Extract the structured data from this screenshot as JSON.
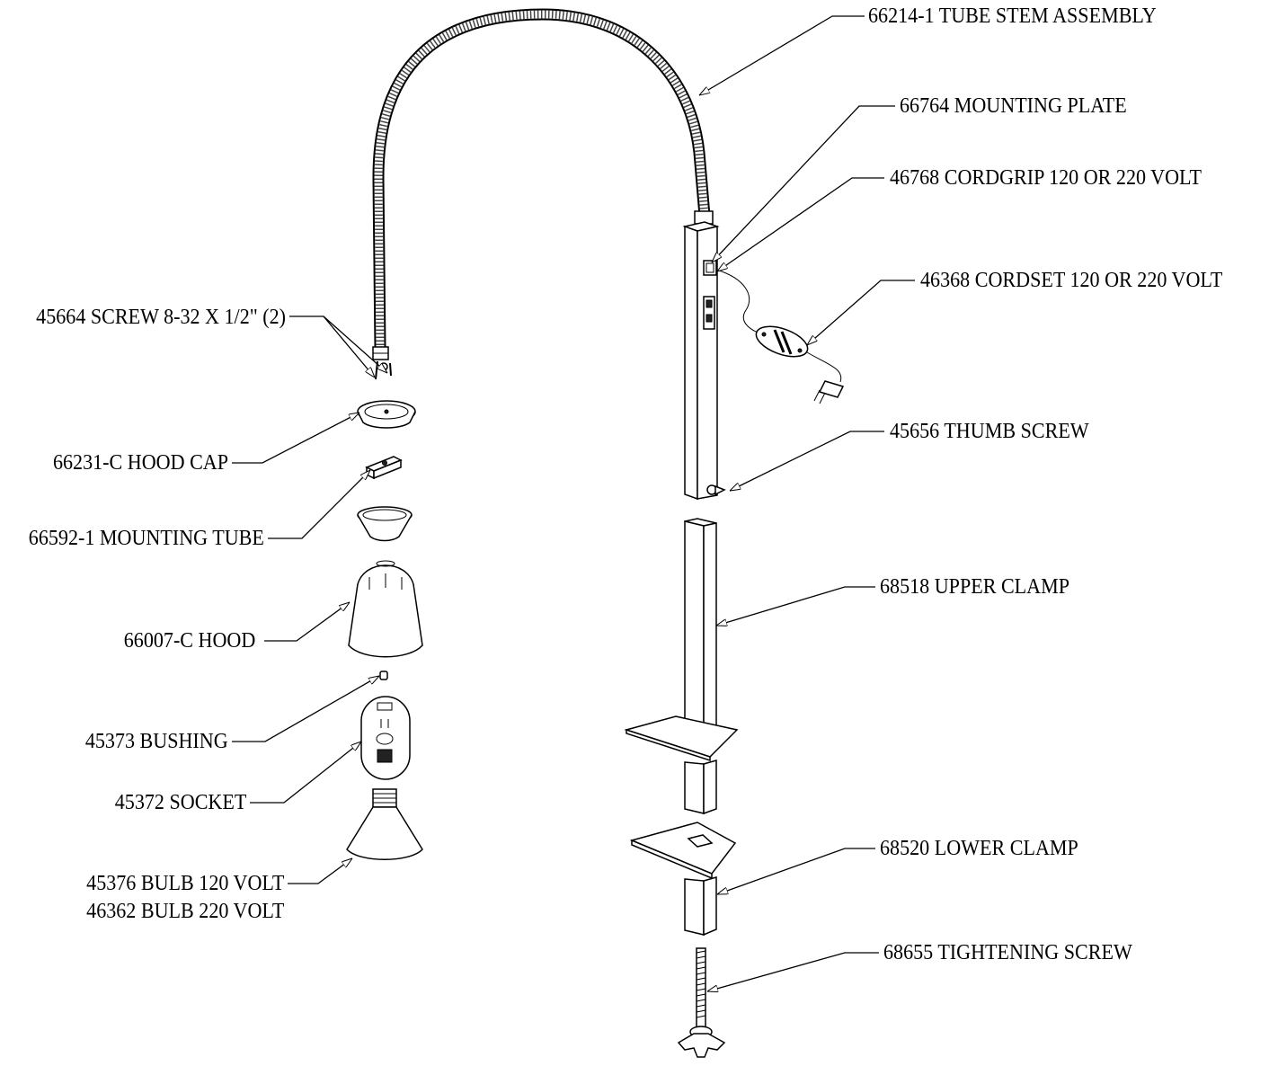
{
  "labels": {
    "tube_stem_assembly": "66214-1 TUBE STEM ASSEMBLY",
    "mounting_plate": "66764 MOUNTING PLATE",
    "cordgrip": "46768 CORDGRIP 120 OR 220 VOLT",
    "cordset": "46368 CORDSET 120 OR 220 VOLT",
    "thumb_screw": "45656 THUMB SCREW",
    "upper_clamp": "68518 UPPER CLAMP",
    "lower_clamp": "68520 LOWER CLAMP",
    "tightening_screw": "68655 TIGHTENING SCREW",
    "screw": "45664 SCREW 8-32 X 1/2\" (2)",
    "hood_cap": "66231-C HOOD CAP",
    "mounting_tube": "66592-1 MOUNTING TUBE",
    "hood": "66007-C HOOD",
    "bushing": "45373 BUSHING",
    "socket": "45372 SOCKET",
    "bulb_120": "45376 BULB 120 VOLT",
    "bulb_220": "46362 BULB 220 VOLT"
  }
}
